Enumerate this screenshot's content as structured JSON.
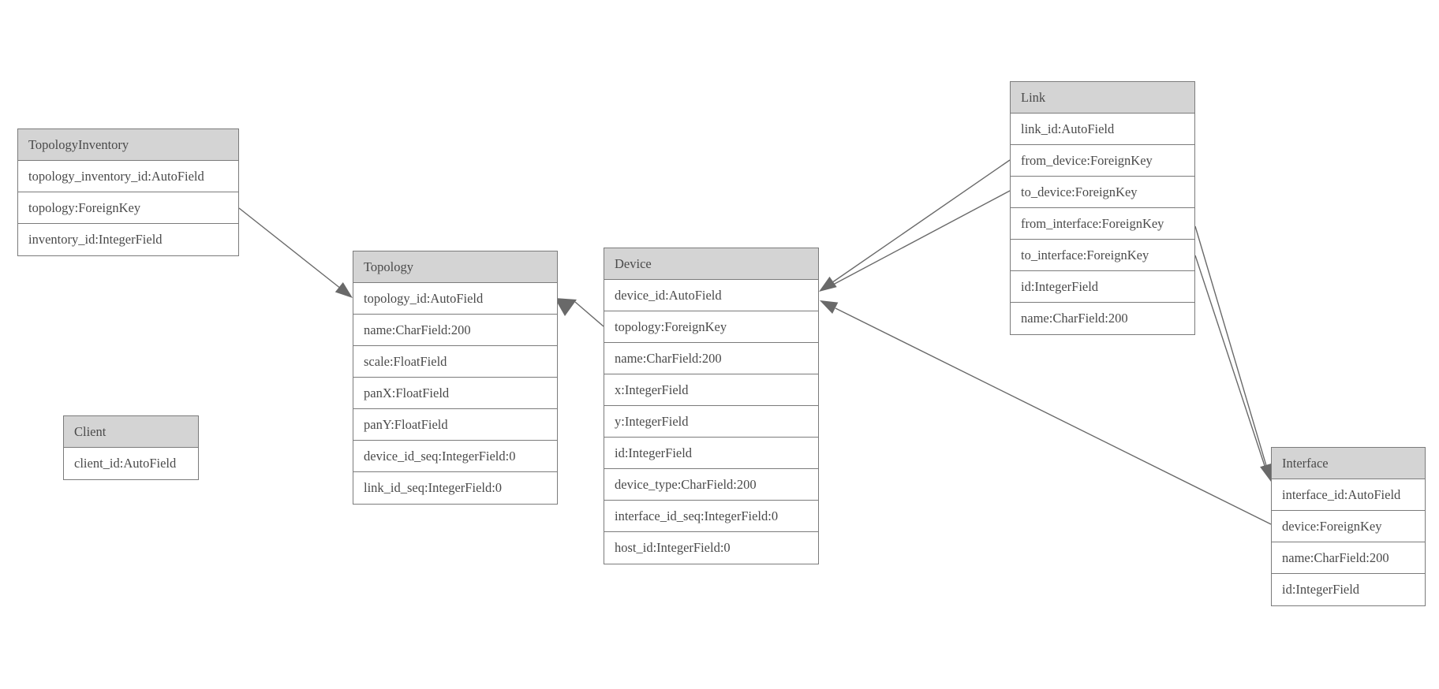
{
  "tables": [
    {
      "name": "TopologyInventory",
      "fields": [
        "topology_inventory_id:AutoField",
        "topology:ForeignKey",
        "inventory_id:IntegerField"
      ]
    },
    {
      "name": "Topology",
      "fields": [
        "topology_id:AutoField",
        "name:CharField:200",
        "scale:FloatField",
        "panX:FloatField",
        "panY:FloatField",
        "device_id_seq:IntegerField:0",
        "link_id_seq:IntegerField:0"
      ]
    },
    {
      "name": "Client",
      "fields": [
        "client_id:AutoField"
      ]
    },
    {
      "name": "Device",
      "fields": [
        "device_id:AutoField",
        "topology:ForeignKey",
        "name:CharField:200",
        "x:IntegerField",
        "y:IntegerField",
        "id:IntegerField",
        "device_type:CharField:200",
        "interface_id_seq:IntegerField:0",
        "host_id:IntegerField:0"
      ]
    },
    {
      "name": "Link",
      "fields": [
        "link_id:AutoField",
        "from_device:ForeignKey",
        "to_device:ForeignKey",
        "from_interface:ForeignKey",
        "to_interface:ForeignKey",
        "id:IntegerField",
        "name:CharField:200"
      ]
    },
    {
      "name": "Interface",
      "fields": [
        "interface_id:AutoField",
        "device:ForeignKey",
        "name:CharField:200",
        "id:IntegerField"
      ]
    }
  ],
  "relationships": [
    {
      "from": "TopologyInventory.topology",
      "to": "Topology"
    },
    {
      "from": "Device.topology",
      "to": "Topology"
    },
    {
      "from": "Link.from_device",
      "to": "Device"
    },
    {
      "from": "Link.to_device",
      "to": "Device"
    },
    {
      "from": "Link.from_interface",
      "to": "Interface"
    },
    {
      "from": "Link.to_interface",
      "to": "Interface"
    },
    {
      "from": "Interface.device",
      "to": "Device"
    }
  ],
  "colors": {
    "background": "#ffffff",
    "header_fill": "#d4d4d4",
    "border": "#7b7b7b",
    "text": "#4a4a4a",
    "edge": "#696969"
  }
}
